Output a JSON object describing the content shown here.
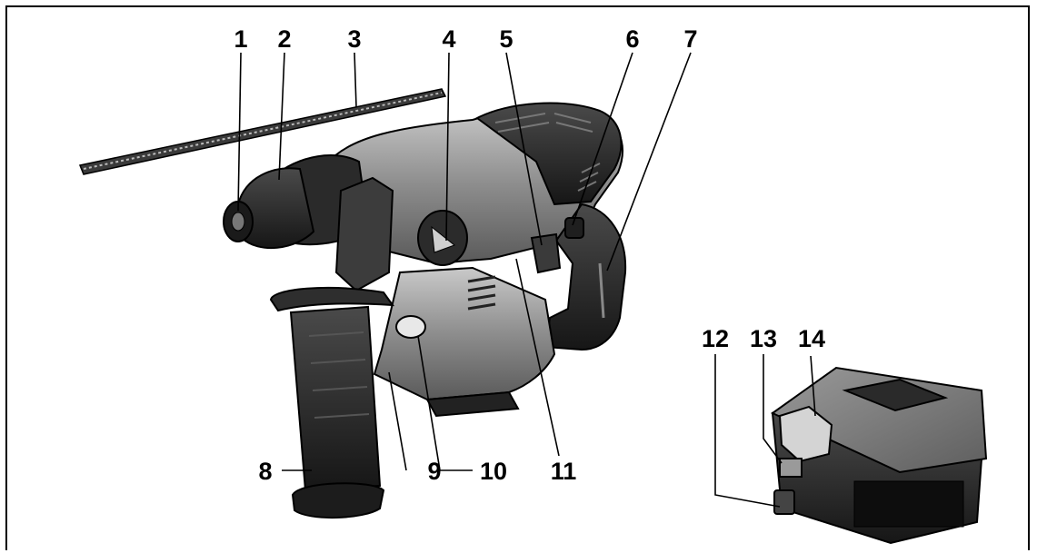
{
  "figure": {
    "type": "exploded-parts-diagram",
    "subjects": [
      "rotary-hammer",
      "battery-pack"
    ],
    "callouts": [
      {
        "label": "1",
        "target": "chuck-nose"
      },
      {
        "label": "2",
        "target": "tool-holder-sleeve"
      },
      {
        "label": "3",
        "target": "depth-stop-rod"
      },
      {
        "label": "4",
        "target": "mode-selector-knob"
      },
      {
        "label": "5",
        "target": "trigger-switch"
      },
      {
        "label": "6",
        "target": "rotation-direction-switch"
      },
      {
        "label": "7",
        "target": "main-handle-grip"
      },
      {
        "label": "8",
        "target": "auxiliary-handle"
      },
      {
        "label": "9",
        "target": "battery-mount-base"
      },
      {
        "label": "10",
        "target": "work-light"
      },
      {
        "label": "11",
        "target": "air-vent"
      },
      {
        "label": "12",
        "target": "battery-release-button"
      },
      {
        "label": "13",
        "target": "charge-level-indicator"
      },
      {
        "label": "14",
        "target": "battery-latch"
      }
    ]
  }
}
